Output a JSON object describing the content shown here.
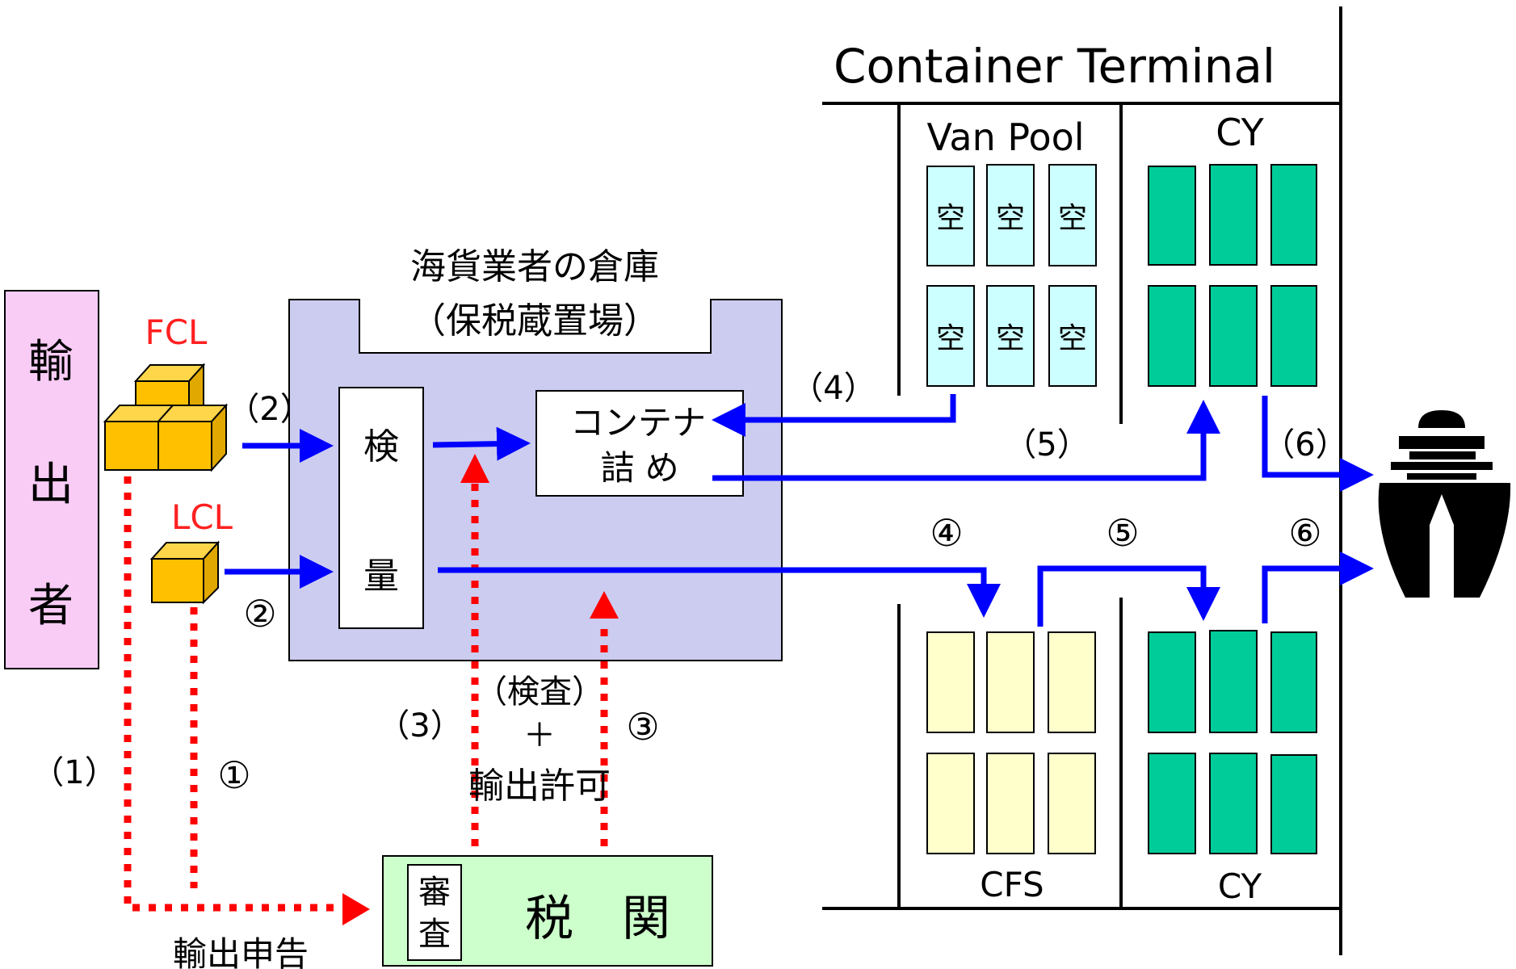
{
  "terminal_title": "Container Terminal",
  "exporter": {
    "chars": [
      "輸",
      "出",
      "者"
    ]
  },
  "cargo": {
    "fcl": "FCL",
    "lcl": "LCL"
  },
  "warehouse": {
    "title": "海貨業者の倉庫",
    "subtitle": "（保税蔵置場）"
  },
  "measure": {
    "top": "検",
    "bottom": "量"
  },
  "stuffing": {
    "line1": "コンテナ",
    "line2": "詰 め"
  },
  "customs": {
    "review_top": "審",
    "review_bottom": "査",
    "name": "税　関"
  },
  "export_declaration": "輸出申告",
  "inspection": {
    "line1": "（検査）",
    "line2": "＋",
    "line3": "輸出許可"
  },
  "zones": {
    "van_pool": "Van Pool",
    "cy_top": "CY",
    "cfs": "CFS",
    "cy_bottom": "CY"
  },
  "empty_label": "空",
  "steps_fcl": {
    "s1": "（1）",
    "s2": "（2）",
    "s3": "（3）",
    "s4": "（4）",
    "s5": "（5）",
    "s6": "（6）"
  },
  "steps_lcl": {
    "s1": "①",
    "s2": "②",
    "s3": "③",
    "s4": "④",
    "s5": "⑤",
    "s6": "⑥"
  },
  "colors": {
    "exporter_fill": "#f9ccf6",
    "warehouse_fill": "#ccccf0",
    "customs_fill": "#ccffcc",
    "empty_container": "#ccffff",
    "green_container": "#00cc99",
    "cfs_cargo": "#ffffcc",
    "cargo_box": "#ffc000",
    "flow_blue": "#0000ff",
    "doc_red": "#ff0000"
  },
  "icons": {
    "ship": "ship-icon",
    "cargo": "cargo-box-icon"
  }
}
